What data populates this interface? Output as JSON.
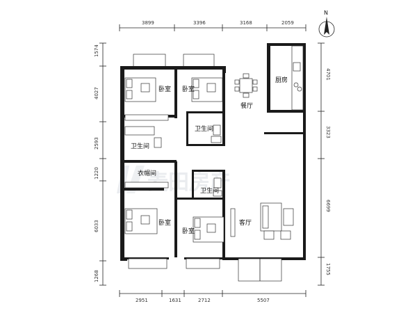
{
  "compass": {
    "label": "N",
    "icon": "north-arrow-icon"
  },
  "dimensions": {
    "top": [
      "3899",
      "3396",
      "3168",
      "2059"
    ],
    "bottom": [
      "2951",
      "1631",
      "2712",
      "5507"
    ],
    "left": [
      "1574",
      "4027",
      "2593",
      "1220",
      "6033",
      "1268"
    ],
    "right": [
      "4701",
      "3323",
      "6699",
      "1755"
    ]
  },
  "rooms": {
    "bedroom_top_left": "卧室",
    "bedroom_top_mid": "卧室",
    "dining": "餐厅",
    "kitchen": "厨房",
    "bath_center": "卫生间",
    "bath_left": "卫生间",
    "closet": "衣帽间",
    "bath_lower": "卫生间",
    "bedroom_bottom_left": "卧室",
    "bedroom_bottom_mid": "卧室",
    "living": "客厅"
  },
  "watermark": {
    "text": "麦田房产",
    "logo": "maitian-logo-icon"
  },
  "colors": {
    "wall": "#1a1a1a",
    "line": "#222222",
    "watermark": "#d9dde3"
  }
}
